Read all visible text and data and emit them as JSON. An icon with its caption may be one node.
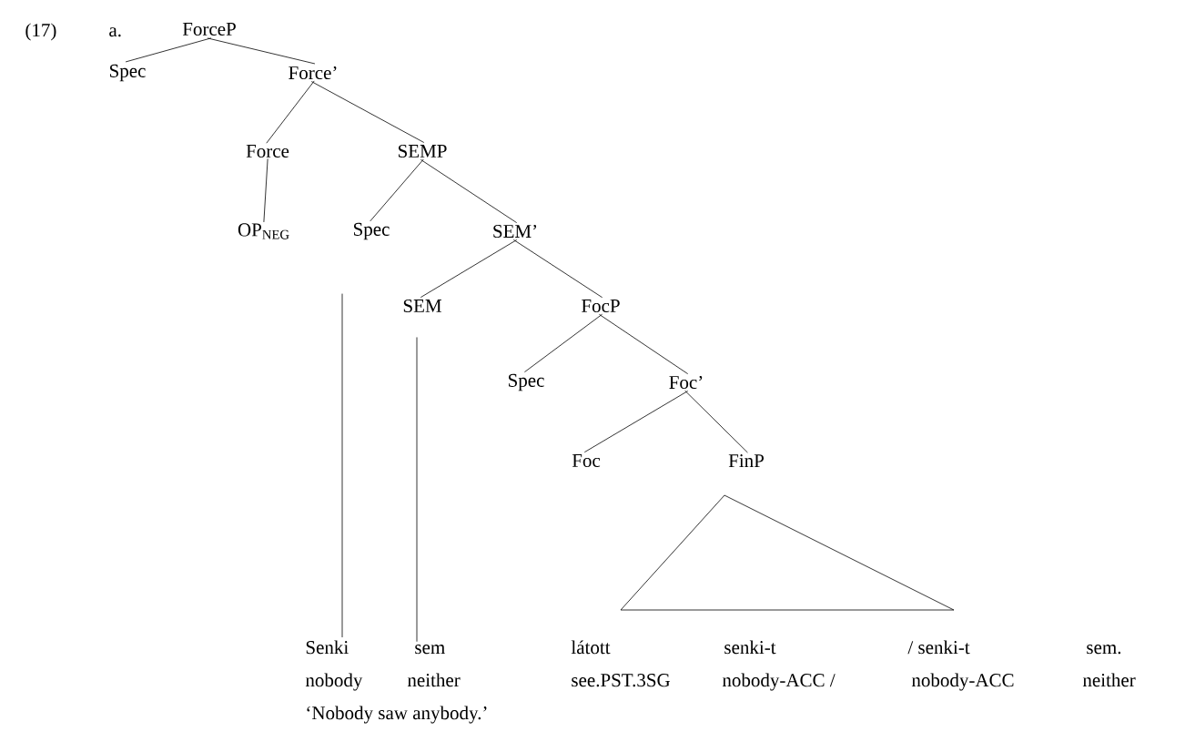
{
  "diagram": {
    "nodes": [
      {
        "text": [
          "ForceP"
        ]
      },
      {
        "text": [
          "Spec"
        ]
      },
      {
        "text": [
          "Force’"
        ]
      },
      {
        "text": [
          "Force"
        ]
      },
      {
        "text": [
          "SEMP"
        ]
      },
      {
        "text": [
          "OP$_{NEG}$"
        ]
      },
      {
        "text": [
          "Spec"
        ]
      },
      {
        "text": [
          "SEM’"
        ]
      },
      {
        "text": [
          "SEM"
        ]
      },
      {
        "text": [
          "FocP"
        ]
      },
      {
        "text": [
          "Spec"
        ]
      },
      {
        "text": [
          "Foc’"
        ]
      },
      {
        "text": [
          "Foc"
        ]
      },
      {
        "text": [
          "FinP"
        ]
      },
      {
        "text": [
          "Senki"
        ]
      },
      {
        "text": [
          "sem"
        ]
      },
      {
        "text": [],
        "shape": "triangle"
      }
    ],
    "edges": [
      {
        "from": 0,
        "to": 1,
        "arrow": "none"
      },
      {
        "from": 0,
        "to": 2,
        "arrow": "none"
      },
      {
        "from": 2,
        "to": 3,
        "arrow": "none"
      },
      {
        "from": 2,
        "to": 4,
        "arrow": "none"
      },
      {
        "from": 3,
        "to": 5,
        "arrow": "none"
      },
      {
        "from": 4,
        "to": 6,
        "arrow": "none"
      },
      {
        "from": 4,
        "to": 7,
        "arrow": "none"
      },
      {
        "from": 7,
        "to": 8,
        "arrow": "none"
      },
      {
        "from": 7,
        "to": 9,
        "arrow": "none"
      },
      {
        "from": 9,
        "to": 10,
        "arrow": "none"
      },
      {
        "from": 9,
        "to": 11,
        "arrow": "none"
      },
      {
        "from": 11,
        "to": 12,
        "arrow": "none"
      },
      {
        "from": 11,
        "to": 13,
        "arrow": "none"
      },
      {
        "from": 6,
        "to": 14,
        "arrow": "none"
      },
      {
        "from": 8,
        "to": 15,
        "arrow": "none"
      }
    ],
    "labels": [
      "(17)",
      "a.",
      "látott",
      "senki-t",
      "/ senki-t",
      "sem.",
      "nobody",
      "neither",
      "see.PST.3SG",
      "nobody-ACC /",
      "nobody-ACC",
      "neither",
      "‘Nobody saw anybody.’"
    ]
  }
}
